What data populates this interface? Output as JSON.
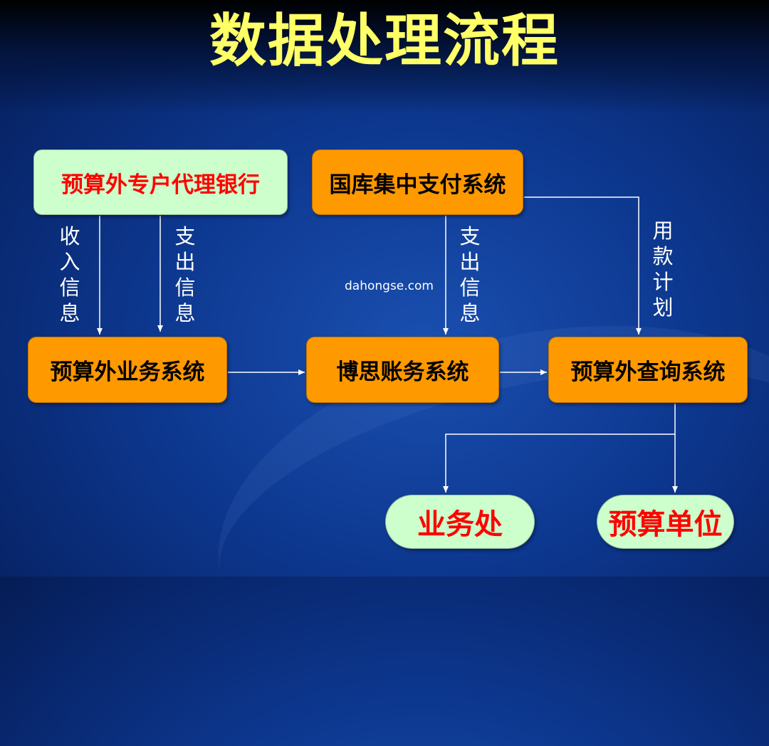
{
  "title": "数据处理流程",
  "nodes": {
    "agent_bank": "预算外专户代理银行",
    "treasury_system": "国库集中支付系统",
    "business_system": "预算外业务系统",
    "bosi_system": "博思账务系统",
    "query_system": "预算外查询系统",
    "business_office": "业务处",
    "budget_unit": "预算单位"
  },
  "edge_labels": {
    "income_info": "收入信息",
    "expense_info_left": "支出信息",
    "expense_info_right": "支出信息",
    "fund_plan": "用款计划"
  },
  "watermark": "dahongse.com",
  "colors": {
    "title": "#ffff66",
    "orange_node": "#ff9900",
    "green_node": "#ccffcc",
    "green_text": "#ff0000",
    "arrow": "#ffffff"
  }
}
